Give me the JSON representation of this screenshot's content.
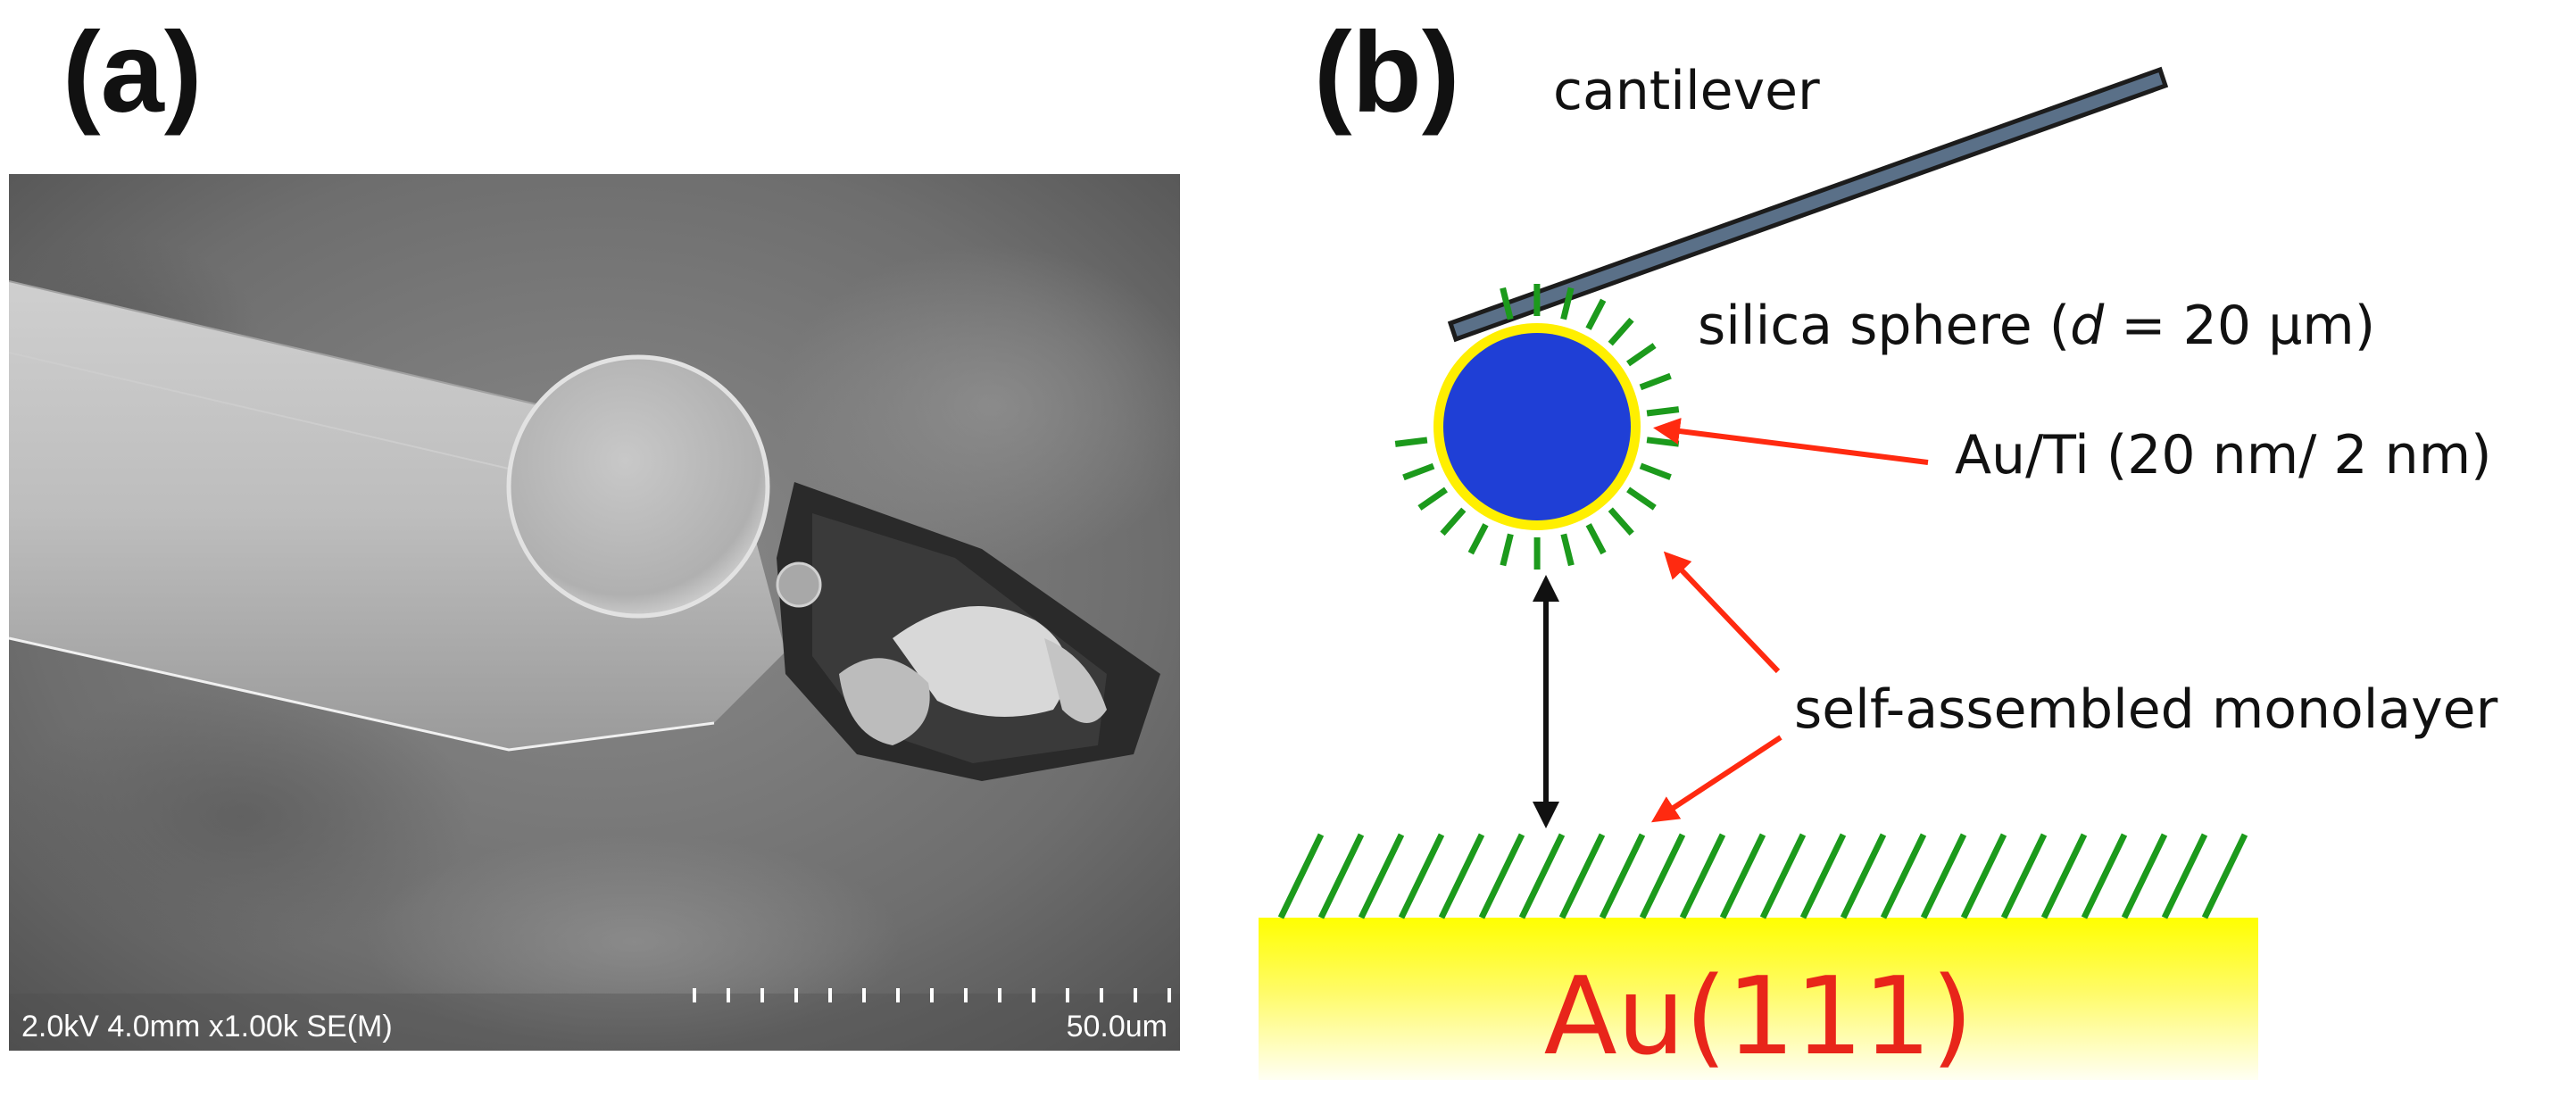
{
  "panels": {
    "a_label": "(a)",
    "b_label": "(b)"
  },
  "sem": {
    "info_text": "2.0kV 4.0mm x1.00k SE(M)",
    "scale_text": "50.0um"
  },
  "diagram": {
    "cantilever": "cantilever",
    "sphere_prefix": "silica sphere (",
    "sphere_var": "d",
    "sphere_suffix": " = 20 µm)",
    "coating": "Au/Ti (20 nm/ 2 nm)",
    "sam": "self-assembled monolayer",
    "substrate": "Au(111)"
  },
  "colors": {
    "sphere_fill": "#1f3fd6",
    "sphere_coating": "#ffef00",
    "sam_lines": "#1c9a1c",
    "arrows": "#ff2a10",
    "substrate_text": "#e8251a",
    "cantilever": "#5a7088",
    "substrate_top": "#ffff00"
  }
}
